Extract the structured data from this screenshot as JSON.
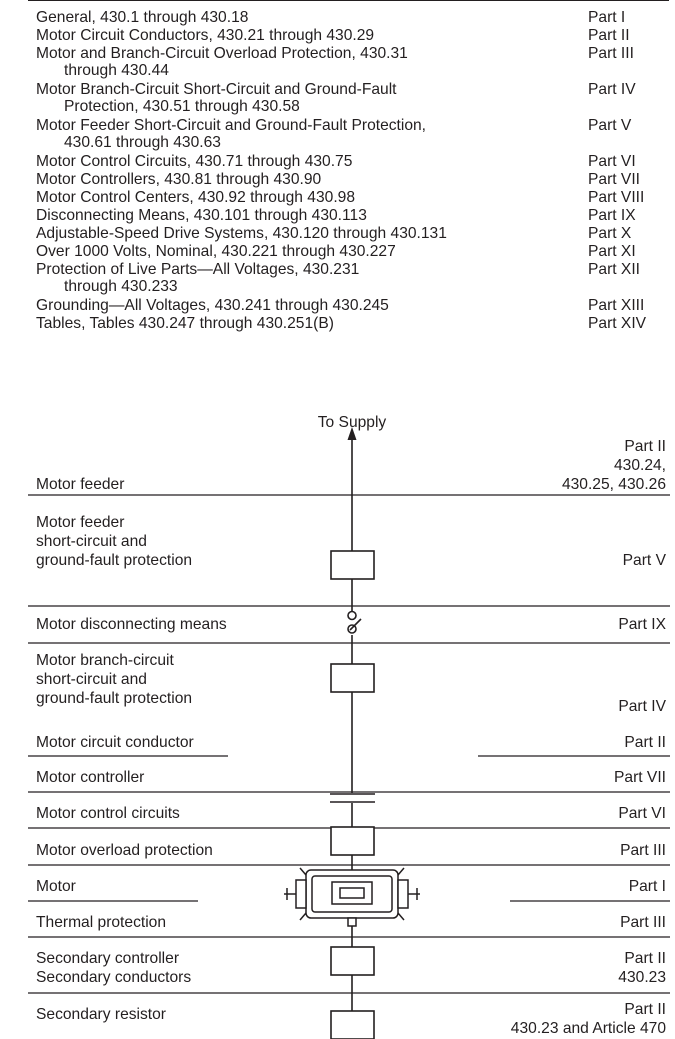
{
  "toc": [
    {
      "title": "General, 430.1 through 430.18",
      "part": "Part I"
    },
    {
      "title": "Motor Circuit Conductors, 430.21 through 430.29",
      "part": "Part II"
    },
    {
      "title": "Motor and Branch-Circuit Overload Protection, 430.31",
      "cont": "through 430.44",
      "part": "Part III"
    },
    {
      "title": "Motor Branch-Circuit Short-Circuit and Ground-Fault",
      "cont": "Protection, 430.51 through 430.58",
      "part": "Part IV"
    },
    {
      "title": "Motor Feeder Short-Circuit and Ground-Fault Protection,",
      "cont": "430.61 through 430.63",
      "part": "Part V"
    },
    {
      "title": "Motor Control Circuits, 430.71 through 430.75",
      "part": "Part VI"
    },
    {
      "title": "Motor Controllers, 430.81 through 430.90",
      "part": "Part VII"
    },
    {
      "title": "Motor Control Centers, 430.92 through 430.98",
      "part": "Part VIII"
    },
    {
      "title": "Disconnecting Means, 430.101 through 430.113",
      "part": "Part IX"
    },
    {
      "title": "Adjustable-Speed Drive Systems, 430.120 through 430.131",
      "part": "Part X"
    },
    {
      "title": "Over 1000 Volts, Nominal, 430.221 through 430.227",
      "part": "Part XI"
    },
    {
      "title": "Protection of Live Parts—All Voltages, 430.231",
      "cont": "through 430.233",
      "part": "Part XII"
    },
    {
      "title": "Grounding—All Voltages, 430.241 through 430.245",
      "part": "Part XIII"
    },
    {
      "title": "Tables, Tables 430.247 through 430.251(B)",
      "part": "Part XIV"
    }
  ],
  "diagram": {
    "supply_label": "To Supply",
    "rows": [
      {
        "label": [
          "Motor feeder"
        ],
        "ref": [
          "Part II",
          "430.24,",
          "430.25, 430.26"
        ]
      },
      {
        "label": [
          "Motor feeder",
          "short-circuit and",
          "ground-fault protection"
        ],
        "ref": [
          "Part V"
        ]
      },
      {
        "label": [
          "Motor disconnecting means"
        ],
        "ref": [
          "Part IX"
        ]
      },
      {
        "label": [
          "Motor branch-circuit",
          "short-circuit and",
          "ground-fault protection"
        ],
        "ref": [
          "Part IV"
        ]
      },
      {
        "label": [
          "Motor circuit conductor"
        ],
        "ref": [
          "Part II"
        ]
      },
      {
        "label": [
          "Motor controller"
        ],
        "ref": [
          "Part VII"
        ]
      },
      {
        "label": [
          "Motor control circuits"
        ],
        "ref": [
          "Part VI"
        ]
      },
      {
        "label": [
          "Motor overload protection"
        ],
        "ref": [
          "Part III"
        ]
      },
      {
        "label": [
          "Motor"
        ],
        "ref": [
          "Part I"
        ]
      },
      {
        "label": [
          "Thermal protection"
        ],
        "ref": [
          "Part III"
        ]
      },
      {
        "label": [
          "Secondary controller",
          "Secondary conductors"
        ],
        "ref": [
          "Part II",
          "430.23"
        ]
      },
      {
        "label": [
          "Secondary resistor"
        ],
        "ref": [
          "Part II",
          "430.23 and Article 470"
        ]
      }
    ]
  }
}
